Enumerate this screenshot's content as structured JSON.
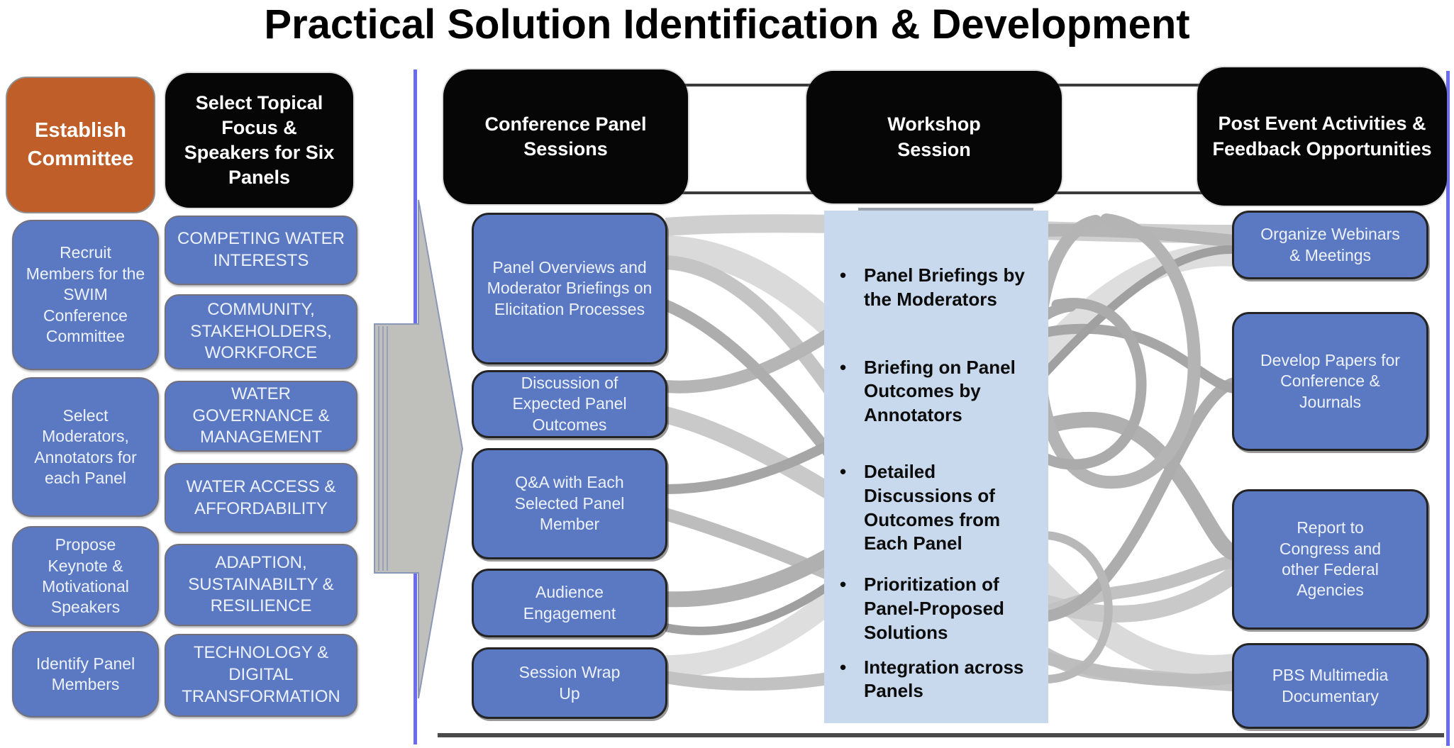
{
  "title": "Practical Solution Identification & Development",
  "left": {
    "committee_header": "Establish Committee",
    "committee_steps": [
      "Recruit Members for the SWIM Conference Committee",
      "Select Moderators, Annotators for each Panel",
      "Propose Keynote & Motivational Speakers",
      "Identify Panel Members"
    ],
    "topics_header": "Select Topical Focus & Speakers for Six Panels",
    "topics": [
      "COMPETING WATER INTERESTS",
      "COMMUNITY, STAKEHOLDERS, WORKFORCE",
      "WATER GOVERNANCE & MANAGEMENT",
      "WATER ACCESS & AFFORDABILITY",
      "ADAPTION, SUSTAINABILTY & RESILIENCE",
      "TECHNOLOGY & DIGITAL TRANSFORMATION"
    ]
  },
  "conference": {
    "header": "Conference Panel Sessions",
    "items": [
      "Panel Overviews and Moderator Briefings on Elicitation Processes",
      "Discussion of Expected Panel Outcomes",
      "Q&A with Each Selected Panel Member",
      "Audience Engagement",
      "Session Wrap Up"
    ]
  },
  "workshop": {
    "header": "Workshop Session",
    "bullet_glyph": "•",
    "bullets": [
      "Panel Briefings by the Moderators",
      "Briefing on Panel Outcomes by Annotators",
      "Detailed Discussions of Outcomes from Each Panel",
      "Prioritization of Panel-Proposed Solutions",
      "Integration across Panels"
    ]
  },
  "post_event": {
    "header": "Post Event Activities & Feedback Opportunities",
    "items": [
      "Organize Webinars & Meetings",
      "Develop Papers for Conference & Journals",
      "Report to Congress and other Federal Agencies",
      "PBS Multimedia Documentary"
    ]
  },
  "colors": {
    "node_blue": "#5b79c3",
    "committee_orange": "#bf5e28",
    "header_black": "#060606",
    "workshop_panel_blue": "#c9d9ed",
    "ribbon_gray": "#bdbdbd",
    "divider_blue": "#6b6bf2",
    "arrow_gray": "#bfbfbc",
    "bottom_rule_gray": "#4a4a4a"
  }
}
